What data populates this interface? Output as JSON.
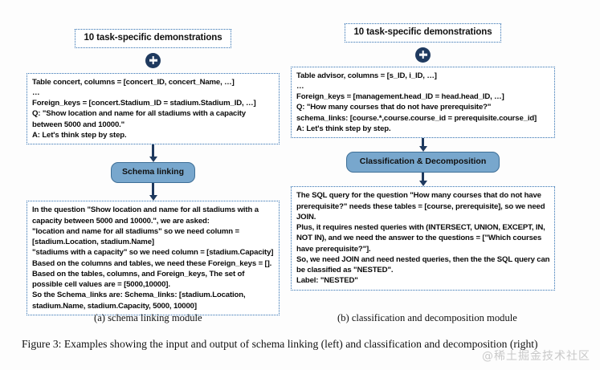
{
  "figure": {
    "background_color": "#fdfdfd",
    "dotted_border_color": "#2f6fb0",
    "module_fill_color": "#78a7cd",
    "module_border_color": "#3e6f97",
    "arrow_color": "#1f3a5f",
    "plus_icon_name": "plus-circle-icon",
    "caption_lead": "Figure 3:",
    "caption_text": "Figure 3: Examples showing the input and output of schema linking (left) and classification and decomposition (right)",
    "watermark": "@稀土掘金技术社区"
  },
  "left": {
    "subcaption": "(a) schema linking module",
    "demo_header": "10 task-specific demonstrations",
    "input_text": "Table concert, columns = [concert_ID, concert_Name, …]\n…\nForeign_keys = [concert.Stadium_ID = stadium.Stadium_ID, …]\nQ: \"Show location and name for all stadiums with a capacity between 5000 and 10000.\"\nA: Let's think step by step.",
    "module_label": "Schema linking",
    "output_text": "In the question \"Show location and name for all stadiums with a capacity between 5000 and 10000.\", we are asked:\n\"location and name for all stadiums\" so we need column = [stadium.Location, stadium.Name]\n\"stadiums with a capacity\" so we need column = [stadium.Capacity]\nBased on the columns and tables, we need these Foreign_keys = [].\nBased on the tables, columns, and Foreign_keys, The set of possible cell values are = [5000,10000].\nSo the Schema_links are: Schema_links: [stadium.Location, stadium.Name, stadium.Capacity, 5000, 10000]"
  },
  "right": {
    "subcaption": "(b) classification and decomposition module",
    "demo_header": "10 task-specific demonstrations",
    "input_text": "Table advisor, columns = [s_ID, i_ID, …]\n…\nForeign_keys = [management.head_ID = head.head_ID, …]\nQ: \"How many courses that do not have prerequisite?\"\nschema_links: [course.*,course.course_id = prerequisite.course_id]\nA: Let's think step by step.",
    "module_label": "Classification\n&\nDecomposition",
    "output_text": "The SQL query for the question \"How many courses that do not have prerequisite?\" needs these tables = [course, prerequisite], so we need JOIN.\nPlus, it requires nested queries with (INTERSECT, UNION, EXCEPT, IN, NOT IN), and we need the answer to the questions = [\"Which courses have prerequisite?\"].\nSo, we need JOIN and need nested queries, then the the SQL query can be classified as \"NESTED\".\nLabel: \"NESTED\""
  }
}
